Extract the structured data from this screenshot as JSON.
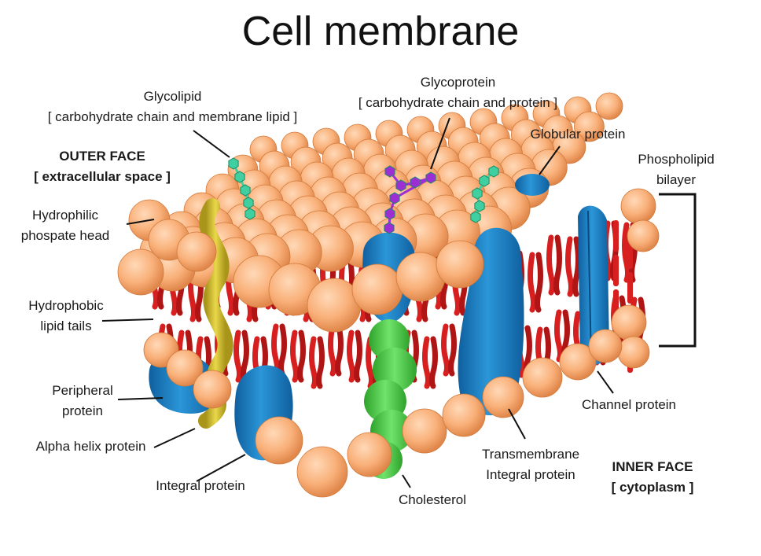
{
  "title": "Cell membrane",
  "labels": {
    "glycolipid": {
      "line1": "Glycolipid",
      "line2": "[ carbohydrate chain and membrane lipid  ]"
    },
    "glycoprotein": {
      "line1": "Glycoprotein",
      "line2": "[ carbohydrate chain and protein ]"
    },
    "globular": "Globular protein",
    "phospholipid": {
      "line1": "Phospholipid",
      "line2": "bilayer"
    },
    "outer_face": {
      "line1": "OUTER FACE",
      "line2": "[ extracellular space ]"
    },
    "hydrophilic": {
      "line1": "Hydrophilic",
      "line2": "phospate head"
    },
    "hydrophobic": {
      "line1": "Hydrophobic",
      "line2": "lipid tails"
    },
    "peripheral": {
      "line1": "Peripheral",
      "line2": "protein"
    },
    "alpha_helix": "Alpha helix protein",
    "integral": "Integral protein",
    "cholesterol": "Cholesterol",
    "transmembrane": {
      "line1": "Transmembrane",
      "line2": "Integral protein"
    },
    "inner_face": {
      "line1": "INNER FACE",
      "line2": "[ cytoplasm ]"
    },
    "channel": "Channel protein"
  },
  "colors": {
    "head": "#f9b079",
    "head_shade": "#e88a4a",
    "tail": "#d81f1f",
    "protein_blue": "#1f86c9",
    "cholesterol_green": "#4fcf4a",
    "glyco_purple": "#9b2fd3",
    "glyco_teal": "#3fcfa0",
    "helix_yellow": "#d9c62a"
  }
}
